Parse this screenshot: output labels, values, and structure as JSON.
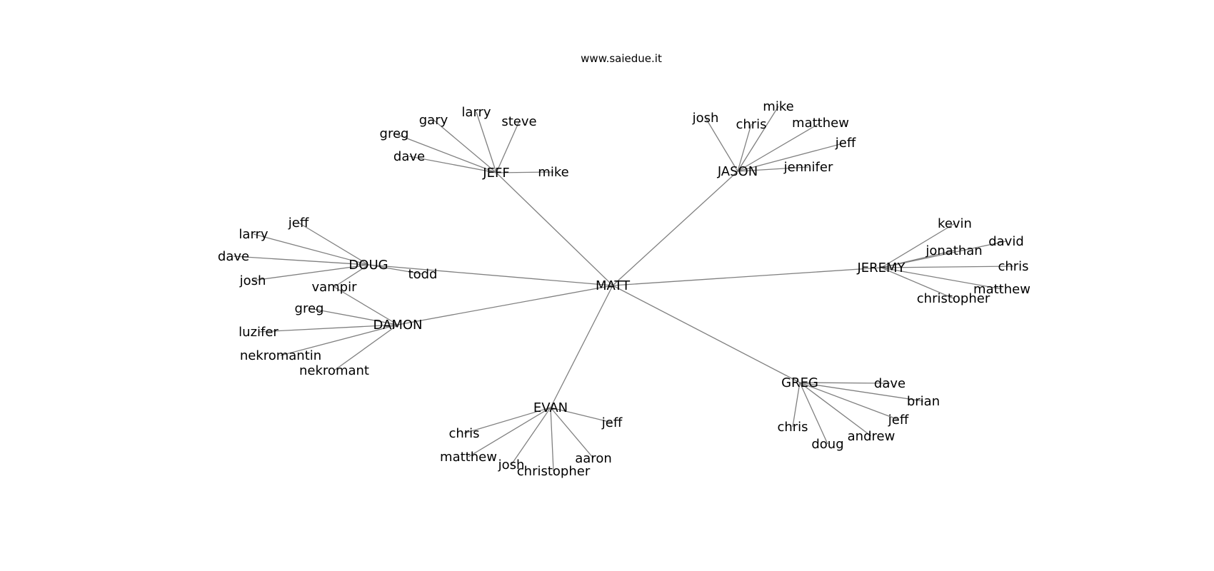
{
  "title": "www.saiedue.it",
  "graph": {
    "root": "MATT",
    "hubs": [
      {
        "id": "jeff_hub",
        "label": "JEFF",
        "children": [
          {
            "id": "jeff_gary",
            "label": "gary"
          },
          {
            "id": "jeff_larry",
            "label": "larry"
          },
          {
            "id": "jeff_steve",
            "label": "steve"
          },
          {
            "id": "jeff_greg",
            "label": "greg"
          },
          {
            "id": "jeff_dave",
            "label": "dave"
          },
          {
            "id": "jeff_mike",
            "label": "mike"
          }
        ]
      },
      {
        "id": "jason_hub",
        "label": "JASON",
        "children": [
          {
            "id": "jason_josh",
            "label": "josh"
          },
          {
            "id": "jason_mike",
            "label": "mike"
          },
          {
            "id": "jason_chris",
            "label": "chris"
          },
          {
            "id": "jason_matthew",
            "label": "matthew"
          },
          {
            "id": "jason_jeff",
            "label": "jeff"
          },
          {
            "id": "jason_jennifer",
            "label": "jennifer"
          }
        ]
      },
      {
        "id": "doug_hub",
        "label": "DOUG",
        "children": [
          {
            "id": "doug_jeff",
            "label": "jeff"
          },
          {
            "id": "doug_larry",
            "label": "larry"
          },
          {
            "id": "doug_dave",
            "label": "dave"
          },
          {
            "id": "doug_josh",
            "label": "josh"
          },
          {
            "id": "doug_todd",
            "label": "todd"
          },
          {
            "id": "doug_vampir",
            "label": "vampir"
          }
        ]
      },
      {
        "id": "jeremy_hub",
        "label": "JEREMY",
        "children": [
          {
            "id": "jeremy_kevin",
            "label": "kevin"
          },
          {
            "id": "jeremy_david",
            "label": "david"
          },
          {
            "id": "jeremy_jonathan",
            "label": "jonathan"
          },
          {
            "id": "jeremy_chris",
            "label": "chris"
          },
          {
            "id": "jeremy_matthew",
            "label": "matthew"
          },
          {
            "id": "jeremy_christopher",
            "label": "christopher"
          }
        ]
      },
      {
        "id": "damon_hub",
        "label": "DAMON",
        "children": [
          {
            "id": "damon_vampir",
            "label": "vampir"
          },
          {
            "id": "damon_greg",
            "label": "greg"
          },
          {
            "id": "damon_luzifer",
            "label": "luzifer"
          },
          {
            "id": "damon_nekromantin",
            "label": "nekromantin"
          },
          {
            "id": "damon_nekromant",
            "label": "nekromant"
          }
        ]
      },
      {
        "id": "evan_hub",
        "label": "EVAN",
        "children": [
          {
            "id": "evan_chris",
            "label": "chris"
          },
          {
            "id": "evan_matthew",
            "label": "matthew"
          },
          {
            "id": "evan_josh",
            "label": "josh"
          },
          {
            "id": "evan_christopher",
            "label": "christopher"
          },
          {
            "id": "evan_aaron",
            "label": "aaron"
          },
          {
            "id": "evan_jeff",
            "label": "jeff"
          }
        ]
      },
      {
        "id": "greg_hub",
        "label": "GREG",
        "children": [
          {
            "id": "greg_dave",
            "label": "dave"
          },
          {
            "id": "greg_brian",
            "label": "brian"
          },
          {
            "id": "greg_jeff",
            "label": "jeff"
          },
          {
            "id": "greg_andrew",
            "label": "andrew"
          },
          {
            "id": "greg_doug",
            "label": "doug"
          },
          {
            "id": "greg_chris",
            "label": "chris"
          }
        ]
      }
    ]
  }
}
